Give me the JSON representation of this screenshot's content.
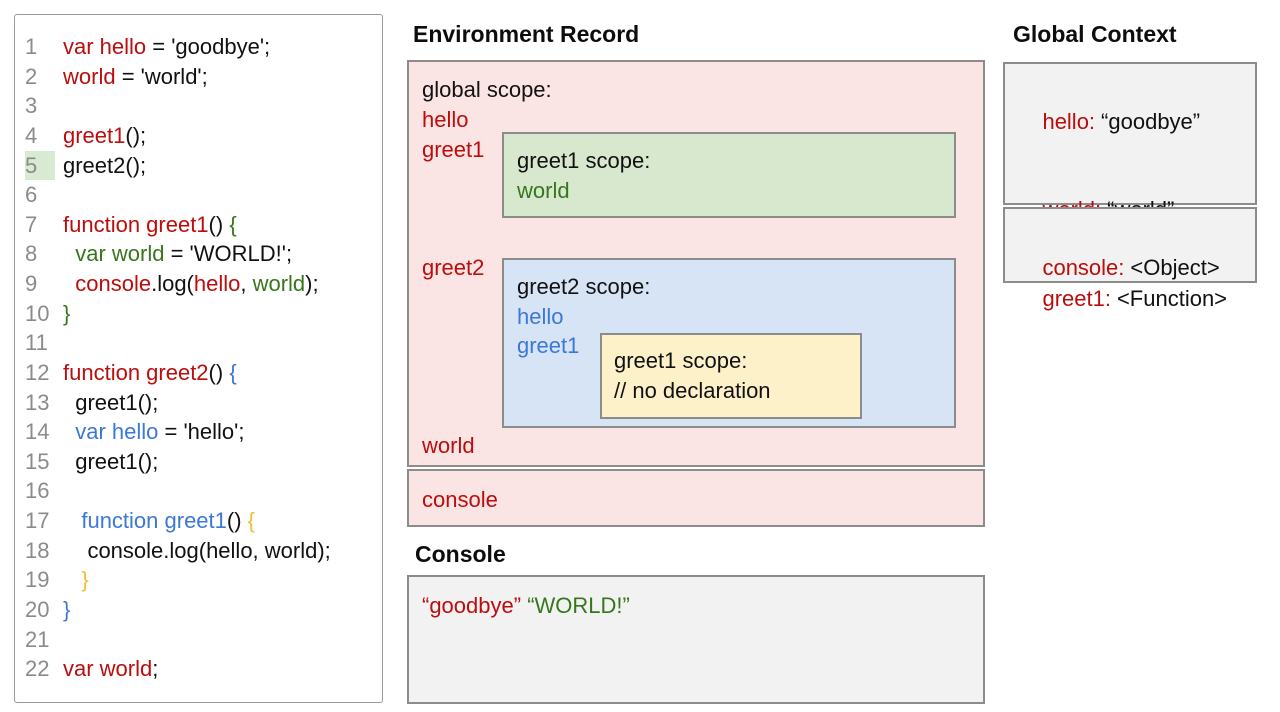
{
  "titles": {
    "environment_record": "Environment Record",
    "console": "Console",
    "global_context": "Global Context"
  },
  "colors": {
    "red": "#bc0d0d",
    "green": "#38761d",
    "blue": "#3c78d8",
    "yellow": "#f0c033",
    "black": "#111111",
    "line_number": "#8b8b8b",
    "border": "#8c8c8c",
    "pink_fill": "#fbe5e4",
    "green_fill": "#d8e8cf",
    "blue_fill": "#d7e4f6",
    "yellow_fill": "#fcf1c9",
    "gray_fill": "#f2f2f2",
    "highlight_fill": "#d9ead3"
  },
  "code_panel": {
    "highlighted_line_number": "5",
    "lines": [
      {
        "num": "1",
        "highlight": false,
        "tokens": [
          {
            "t": "var hello",
            "c": "red"
          },
          {
            "t": " = 'goodbye';",
            "c": "black"
          }
        ]
      },
      {
        "num": "2",
        "highlight": false,
        "tokens": [
          {
            "t": "world",
            "c": "red"
          },
          {
            "t": " = 'world';",
            "c": "black"
          }
        ]
      },
      {
        "num": "3",
        "highlight": false,
        "tokens": []
      },
      {
        "num": "4",
        "highlight": false,
        "tokens": [
          {
            "t": "greet1",
            "c": "red"
          },
          {
            "t": "();",
            "c": "black"
          }
        ]
      },
      {
        "num": "5",
        "highlight": true,
        "tokens": [
          {
            "t": "greet2();",
            "c": "black"
          }
        ]
      },
      {
        "num": "6",
        "highlight": false,
        "tokens": []
      },
      {
        "num": "7",
        "highlight": false,
        "tokens": [
          {
            "t": "function greet1",
            "c": "red"
          },
          {
            "t": "() ",
            "c": "black"
          },
          {
            "t": "{",
            "c": "green"
          }
        ]
      },
      {
        "num": "8",
        "highlight": false,
        "tokens": [
          {
            "t": "  ",
            "c": "black"
          },
          {
            "t": "var world",
            "c": "green"
          },
          {
            "t": " = 'WORLD!';",
            "c": "black"
          }
        ]
      },
      {
        "num": "9",
        "highlight": false,
        "tokens": [
          {
            "t": "  ",
            "c": "black"
          },
          {
            "t": "console",
            "c": "red"
          },
          {
            "t": ".log(",
            "c": "black"
          },
          {
            "t": "hello",
            "c": "red"
          },
          {
            "t": ", ",
            "c": "black"
          },
          {
            "t": "world",
            "c": "green"
          },
          {
            "t": ");",
            "c": "black"
          }
        ]
      },
      {
        "num": "10",
        "highlight": false,
        "tokens": [
          {
            "t": "}",
            "c": "green"
          }
        ]
      },
      {
        "num": "11",
        "highlight": false,
        "tokens": []
      },
      {
        "num": "12",
        "highlight": false,
        "tokens": [
          {
            "t": "function greet2",
            "c": "red"
          },
          {
            "t": "() ",
            "c": "black"
          },
          {
            "t": "{",
            "c": "blue"
          }
        ]
      },
      {
        "num": "13",
        "highlight": false,
        "tokens": [
          {
            "t": "  greet1();",
            "c": "black"
          }
        ]
      },
      {
        "num": "14",
        "highlight": false,
        "tokens": [
          {
            "t": "  ",
            "c": "black"
          },
          {
            "t": "var hello",
            "c": "blue"
          },
          {
            "t": " = 'hello';",
            "c": "black"
          }
        ]
      },
      {
        "num": "15",
        "highlight": false,
        "tokens": [
          {
            "t": "  greet1();",
            "c": "black"
          }
        ]
      },
      {
        "num": "16",
        "highlight": false,
        "tokens": []
      },
      {
        "num": "17",
        "highlight": false,
        "tokens": [
          {
            "t": "   ",
            "c": "black"
          },
          {
            "t": "function greet1",
            "c": "blue"
          },
          {
            "t": "() ",
            "c": "black"
          },
          {
            "t": "{",
            "c": "yellow"
          }
        ]
      },
      {
        "num": "18",
        "highlight": false,
        "tokens": [
          {
            "t": "    console.log(hello, world);",
            "c": "black"
          }
        ]
      },
      {
        "num": "19",
        "highlight": false,
        "tokens": [
          {
            "t": "   ",
            "c": "black"
          },
          {
            "t": "}",
            "c": "yellow"
          }
        ]
      },
      {
        "num": "20",
        "highlight": false,
        "tokens": [
          {
            "t": "}",
            "c": "blue"
          }
        ]
      },
      {
        "num": "21",
        "highlight": false,
        "tokens": []
      },
      {
        "num": "22",
        "highlight": false,
        "tokens": [
          {
            "t": "var world",
            "c": "red"
          },
          {
            "t": ";",
            "c": "black"
          }
        ]
      }
    ]
  },
  "environment_record": {
    "global_scope_title": "global scope:",
    "var_hello": "hello",
    "var_greet1": "greet1",
    "var_greet2": "greet2",
    "var_world": "world",
    "var_console": "console",
    "greet1_scope": {
      "title": "greet1 scope:",
      "var_world": "world"
    },
    "greet2_scope": {
      "title": "greet2 scope:",
      "var_hello": "hello",
      "var_greet1": "greet1"
    },
    "greet1_inner_scope": {
      "title": "greet1 scope:",
      "comment": "// no declaration"
    }
  },
  "console_output": {
    "entry_goodbye": "“goodbye”",
    "entry_world": "“WORLD!”"
  },
  "global_context": {
    "bindings": [
      {
        "name": "hello:",
        "value": "“goodbye”"
      },
      {
        "name": "world:",
        "value": "“world”"
      },
      {
        "name": "greet1:",
        "value": "<Function>"
      }
    ],
    "console_binding": {
      "name": "console:",
      "value": "<Object>"
    }
  }
}
